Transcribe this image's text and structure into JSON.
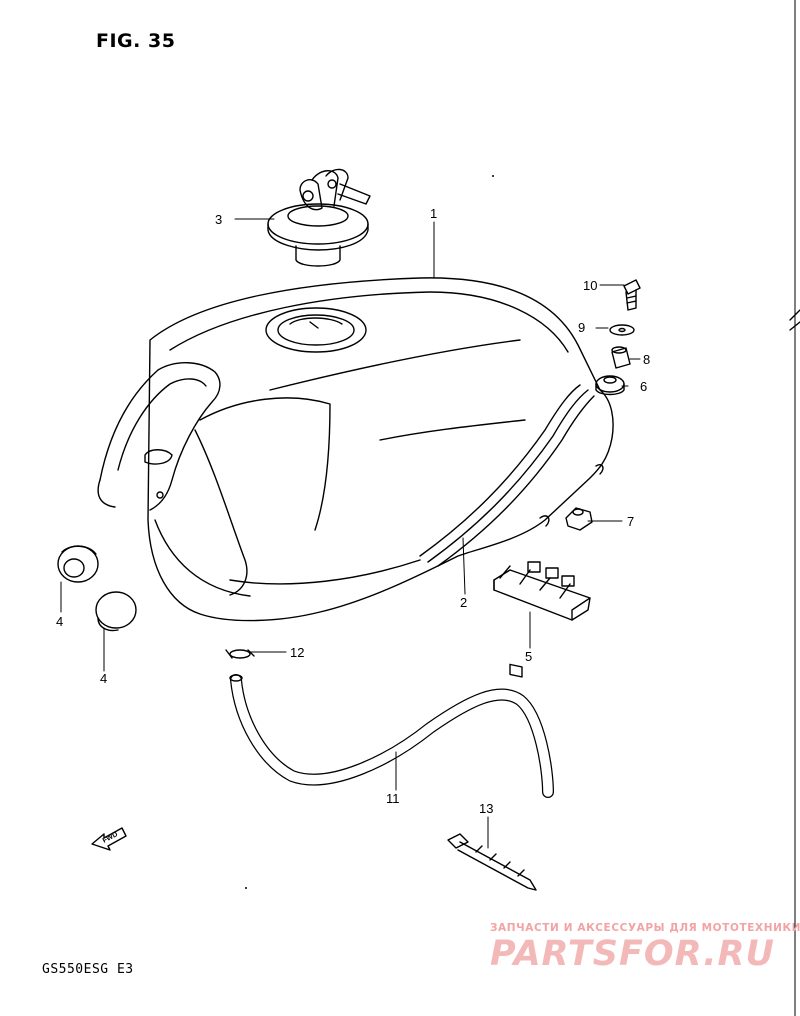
{
  "figure": {
    "title": "FIG. 35",
    "model_code": "GS550ESG  E3"
  },
  "watermark": {
    "tagline": "ЗАПЧАСТИ И АКСЕССУАРЫ ДЛЯ МОТОТЕХНИКИ",
    "logo": "PARTSFOR.RU"
  },
  "callouts": {
    "c1": "1",
    "c2": "2",
    "c3": "3",
    "c4a": "4",
    "c4b": "4",
    "c5": "5",
    "c6": "6",
    "c7": "7",
    "c8": "8",
    "c9": "9",
    "c10": "10",
    "c11": "11",
    "c12": "12",
    "c13": "13"
  },
  "forward_marker": "FWD"
}
